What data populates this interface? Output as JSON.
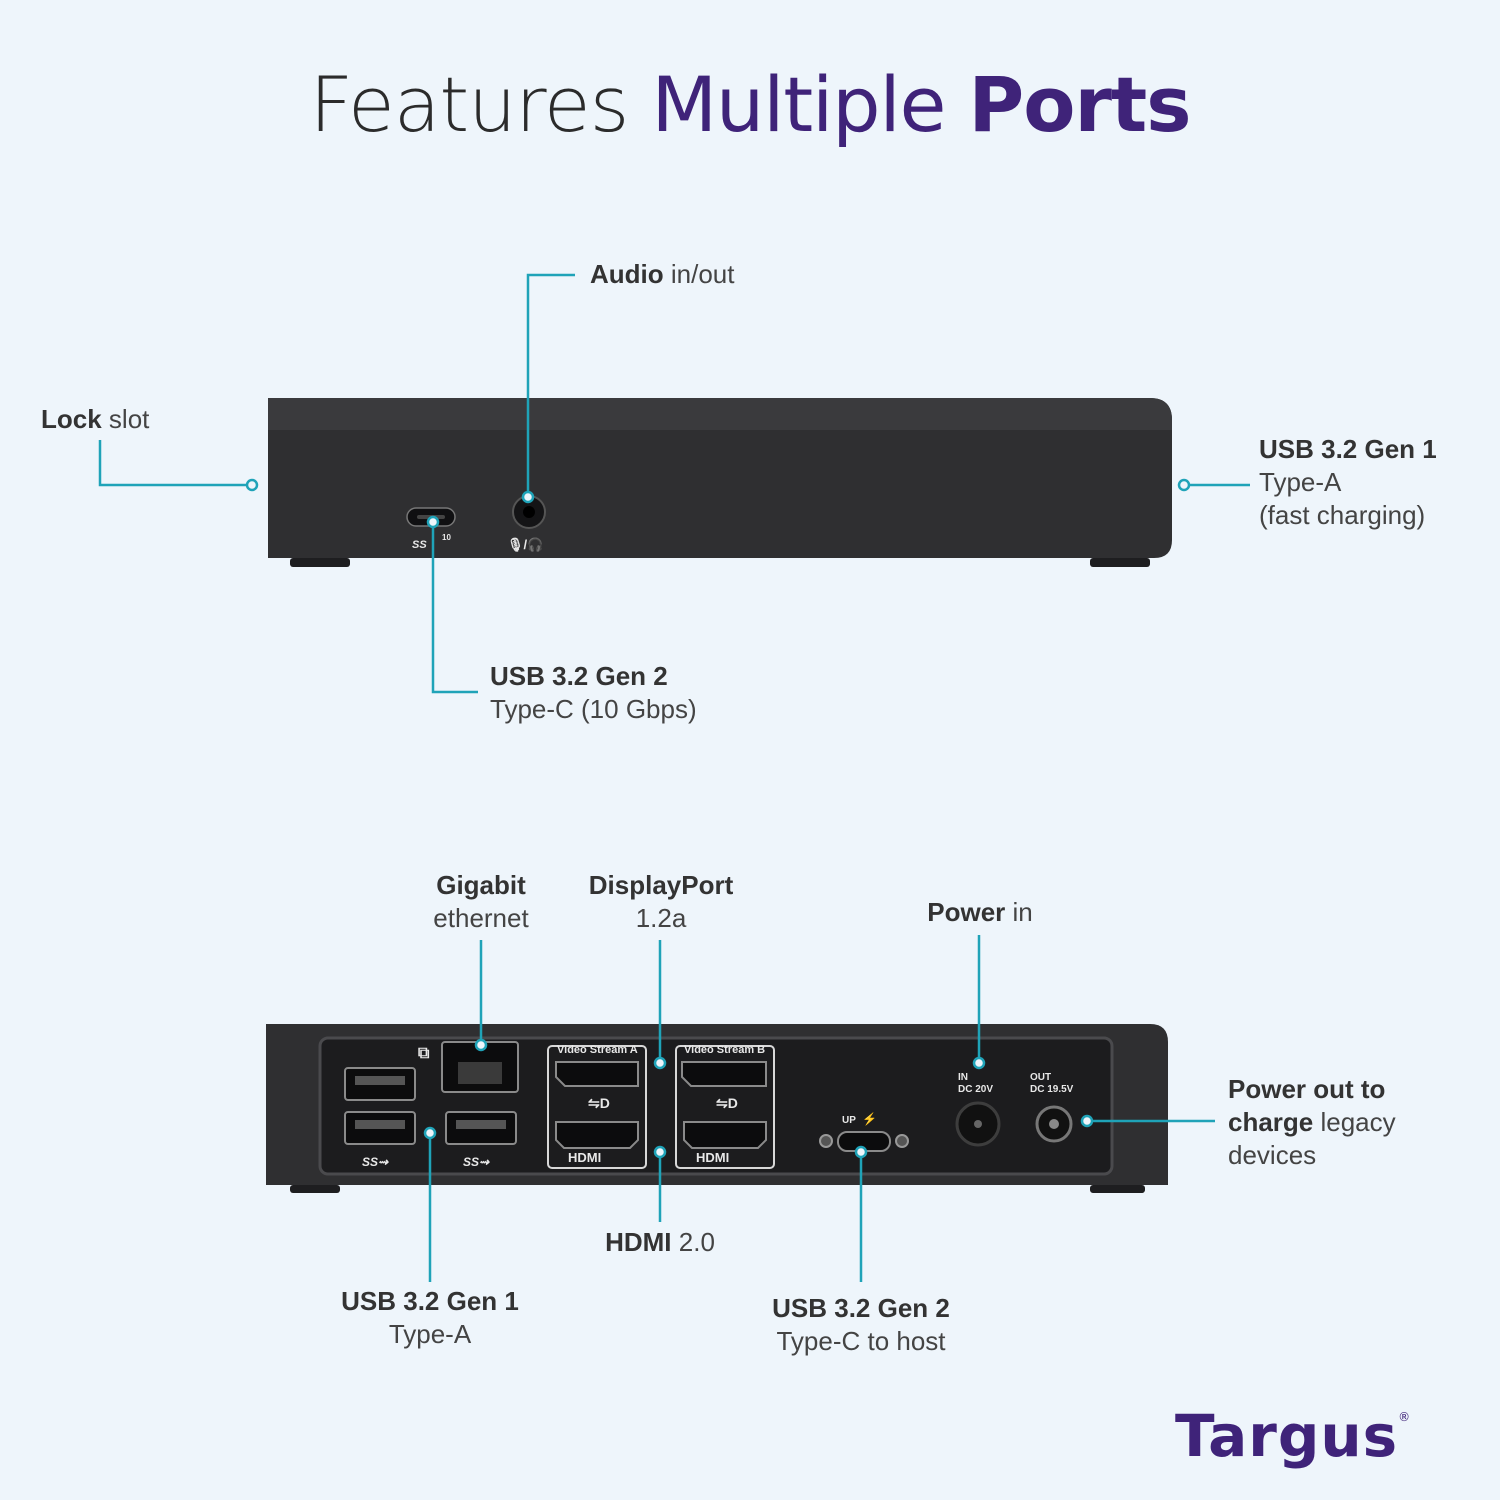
{
  "headline": {
    "part1": "Features",
    "part2": "Multiple",
    "part3": "Ports"
  },
  "front_labels": {
    "audio": {
      "bold": "Audio",
      "rest": " in/out"
    },
    "lock": {
      "bold": "Lock",
      "rest": " slot"
    },
    "usb_a_right": {
      "bold": "USB 3.2 Gen 1",
      "line2": "Type-A",
      "line3": "(fast charging)"
    },
    "usb_c_front": {
      "bold": "USB 3.2 Gen 2",
      "line2": "Type-C (10 Gbps)"
    }
  },
  "rear_labels": {
    "ethernet": {
      "bold": "Gigabit",
      "line2": "ethernet"
    },
    "displayport": {
      "bold": "DisplayPort",
      "line2": "1.2a"
    },
    "power_in": {
      "bold": "Power",
      "rest": " in"
    },
    "power_out": {
      "line1": "Power out to",
      "bold2": "charge",
      "rest2": " legacy",
      "line3": "devices"
    },
    "hdmi": {
      "bold": "HDMI",
      "rest": " 2.0"
    },
    "usb_a_rear": {
      "bold": "USB 3.2 Gen 1",
      "line2": "Type-A"
    },
    "usb_c_host": {
      "bold": "USB 3.2 Gen 2",
      "line2": "Type-C to host"
    }
  },
  "device_markings": {
    "ss_10": "10",
    "video_stream_a": "Video Stream A",
    "video_stream_b": "Video Stream B",
    "hdmi_logo": "HDMI",
    "up": "UP",
    "in": "IN",
    "dc_in": "DC 20V",
    "out": "OUT",
    "dc_out": "DC 19.5V"
  },
  "brand": {
    "logo_text": "Targus",
    "mark": "®"
  },
  "colors": {
    "accent": "#3f2379",
    "leader": "#1fa3b8",
    "device": "#2f2f31"
  }
}
